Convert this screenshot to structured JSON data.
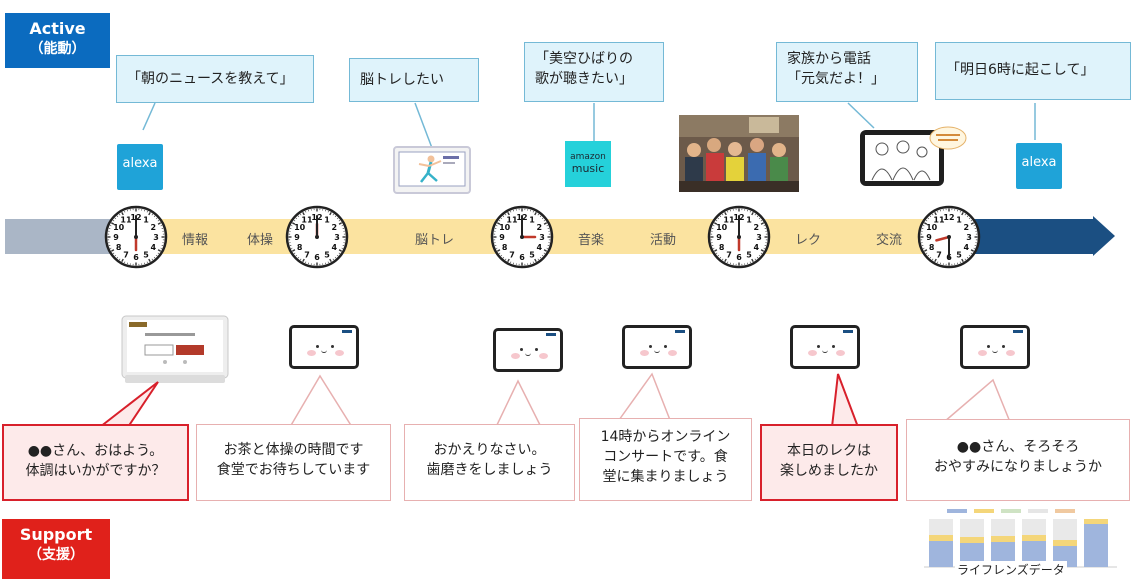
{
  "labels": {
    "active": {
      "line1": "Active",
      "line2": "（能動）"
    },
    "support": {
      "line1": "Support",
      "line2": "（支援）"
    }
  },
  "requests": [
    {
      "lines": [
        "「朝のニュースを教えて」"
      ]
    },
    {
      "lines": [
        "脳トレしたい"
      ]
    },
    {
      "lines": [
        "「美空ひばりの",
        "歌が聴きたい」"
      ]
    },
    {
      "lines": [
        "家族から電話",
        "「元気だよ！」"
      ]
    },
    {
      "lines": [
        "「明日6時に起こして」"
      ]
    }
  ],
  "activities": [
    "情報",
    "体操",
    "脳トレ",
    "音楽",
    "活動",
    "レク",
    "交流"
  ],
  "logos": {
    "alexa": "alexa",
    "music_line1": "amazon",
    "music_line2": "music"
  },
  "supports": [
    {
      "lines": [
        "●●さん、おはよう。",
        "体調はいかがですか？"
      ]
    },
    {
      "lines": [
        "お茶と体操の時間です",
        "食堂でお待ちしています"
      ]
    },
    {
      "lines": [
        "おかえりなさい。",
        "歯磨きをしましょう"
      ]
    },
    {
      "lines": [
        "14時からオンライン",
        "コンサートです。食",
        "堂に集まりましょう"
      ]
    },
    {
      "lines": [
        "本日のレクは",
        "楽しめましたか"
      ]
    },
    {
      "lines": [
        "●●さん、そろそろ",
        "おやすみになりましょうか"
      ]
    }
  ],
  "lifelens": {
    "title": "ライフレンズデータ"
  },
  "colors": {
    "active": "#0b6bbf",
    "support": "#e0211b",
    "timeline_yellow": "#fbe3a0",
    "timeline_blue": "#1b4f82"
  }
}
